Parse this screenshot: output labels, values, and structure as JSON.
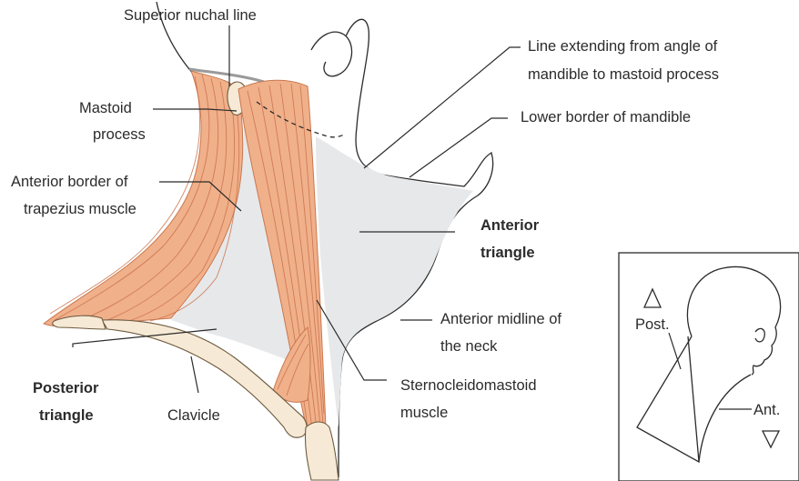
{
  "labels": {
    "superior_nuchal_line": "Superior nuchal line",
    "line_angle_1": "Line extending from angle of",
    "line_angle_2": "mandible to mastoid process",
    "mastoid_1": "Mastoid",
    "mastoid_2": "process",
    "lower_border_mandible": "Lower border of mandible",
    "ant_border_trap_1": "Anterior border of",
    "ant_border_trap_2": "trapezius muscle",
    "anterior_triangle_1": "Anterior",
    "anterior_triangle_2": "triangle",
    "ant_midline_1": "Anterior midline of",
    "ant_midline_2": "the neck",
    "posterior_triangle_1": "Posterior",
    "posterior_triangle_2": "triangle",
    "clavicle": "Clavicle",
    "scm_1": "Sternocleidomastoid",
    "scm_2": "muscle"
  },
  "inset": {
    "post_label": "Post.",
    "ant_label": "Ant."
  },
  "colors": {
    "triangle_fill": "#e7e8ea",
    "muscle": "#f0b08a",
    "muscle_stroke": "#c9784f",
    "bone": "#f6ead6",
    "text": "#2b2b2b"
  }
}
